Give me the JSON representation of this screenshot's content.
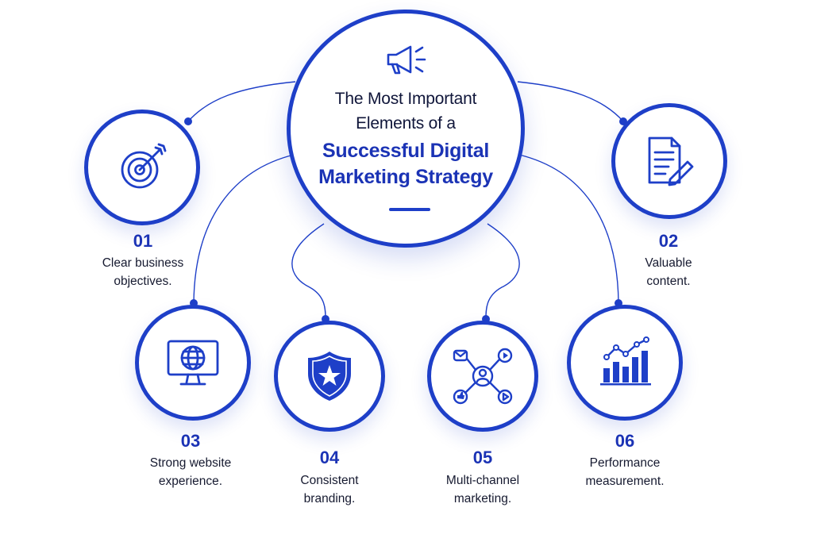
{
  "center": {
    "line1": "The Most Important",
    "line2": "Elements of a",
    "line3": "Successful Digital",
    "line4": "Marketing Strategy",
    "icon": "megaphone-icon"
  },
  "elements": [
    {
      "number": "01",
      "line1": "Clear business",
      "line2": "objectives.",
      "icon": "target-icon"
    },
    {
      "number": "02",
      "line1": "Valuable",
      "line2": "content.",
      "icon": "document-pen-icon"
    },
    {
      "number": "03",
      "line1": "Strong website",
      "line2": "experience.",
      "icon": "monitor-globe-icon"
    },
    {
      "number": "04",
      "line1": "Consistent",
      "line2": "branding.",
      "icon": "shield-star-icon"
    },
    {
      "number": "05",
      "line1": "Multi-channel",
      "line2": "marketing.",
      "icon": "network-user-icon"
    },
    {
      "number": "06",
      "line1": "Performance",
      "line2": "measurement.",
      "icon": "bar-chart-trend-icon"
    }
  ],
  "colors": {
    "accent": "#1e3fc8",
    "dark_text": "#10163a"
  }
}
